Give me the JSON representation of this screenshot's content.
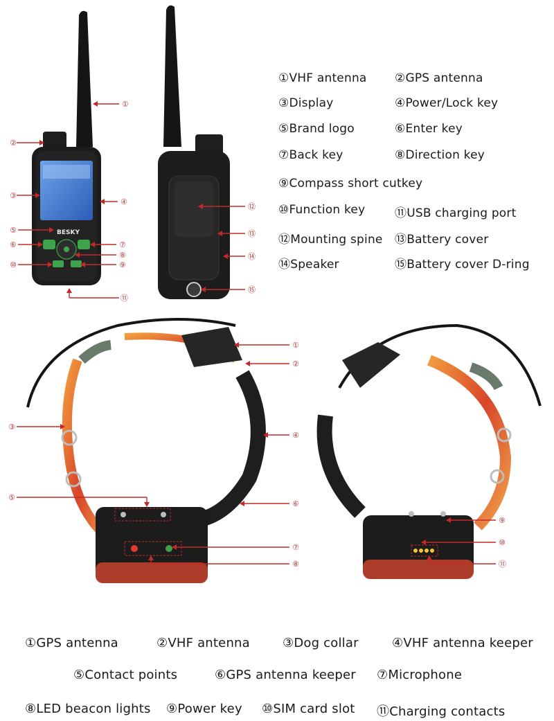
{
  "handheld_legend": [
    {
      "num": "①",
      "text": "VHF antenna"
    },
    {
      "num": "②",
      "text": "GPS antenna"
    },
    {
      "num": "③",
      "text": "Display"
    },
    {
      "num": "④",
      "text": "Power/Lock key"
    },
    {
      "num": "⑤",
      "text": "Brand logo"
    },
    {
      "num": "⑥",
      "text": "Enter key"
    },
    {
      "num": "⑦",
      "text": "Back key"
    },
    {
      "num": "⑧",
      "text": "Direction key"
    },
    {
      "num": "⑨",
      "text": "Compass short cutkey"
    },
    {
      "num": "⑩",
      "text": "Function key"
    },
    {
      "num": "⑪",
      "text": "USB charging port"
    },
    {
      "num": "⑫",
      "text": "Mounting spine"
    },
    {
      "num": "⑬",
      "text": "Battery cover"
    },
    {
      "num": "⑭",
      "text": "Speaker"
    },
    {
      "num": "⑮",
      "text": "Battery cover D-ring"
    }
  ],
  "collar_legend": [
    {
      "num": "①",
      "text": "GPS antenna"
    },
    {
      "num": "②",
      "text": "VHF antenna"
    },
    {
      "num": "③",
      "text": "Dog collar"
    },
    {
      "num": "④",
      "text": "VHF antenna keeper"
    },
    {
      "num": "⑤",
      "text": "Contact points"
    },
    {
      "num": "⑥",
      "text": "GPS antenna keeper"
    },
    {
      "num": "⑦",
      "text": "Microphone"
    },
    {
      "num": "⑧",
      "text": "LED beacon lights"
    },
    {
      "num": "⑨",
      "text": "Power key"
    },
    {
      "num": "⑩",
      "text": "SIM card slot"
    },
    {
      "num": "⑪",
      "text": "Charging contacts"
    }
  ],
  "handheld_front_callouts": [
    "①",
    "②",
    "③",
    "④",
    "⑤",
    "⑥",
    "⑦",
    "⑧",
    "⑨",
    "⑩",
    "⑪"
  ],
  "handheld_back_callouts": [
    "⑫",
    "⑬",
    "⑭",
    "⑮"
  ],
  "collar_front_callouts": [
    "①",
    "②",
    "③",
    "④",
    "⑤",
    "⑥",
    "⑦",
    "⑧"
  ],
  "collar_back_callouts": [
    "⑨",
    "⑩",
    "⑪"
  ],
  "brand_logo": "BESKY",
  "colors": {
    "device_body": "#1c1c1c",
    "callout_red": "#c62828",
    "screen": "#4a7fd4",
    "key_green": "#3fa34d",
    "strap_orange": "#e2642a"
  }
}
